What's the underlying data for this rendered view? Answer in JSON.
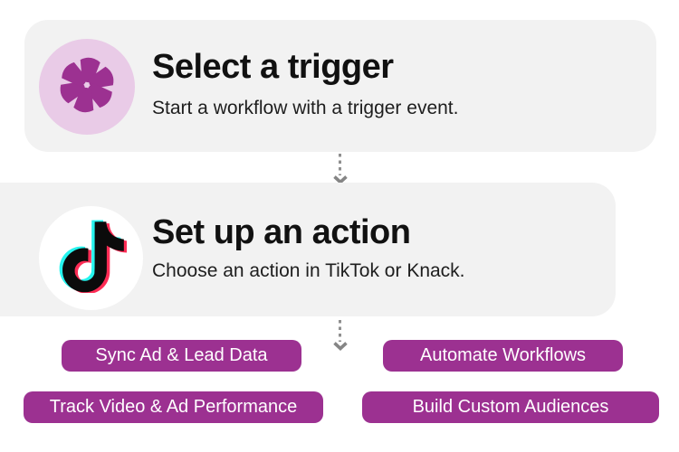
{
  "workflow": {
    "steps": [
      {
        "title": "Select a trigger",
        "subtitle": "Start a workflow with a trigger event.",
        "icon": "asterisk-trigger-icon"
      },
      {
        "title": "Set up an action",
        "subtitle": "Choose an action in TikTok or Knack.",
        "icon": "tiktok-icon"
      }
    ],
    "connectors": [
      "dotted-arrow-down",
      "dotted-arrow-down"
    ],
    "feature_buttons": [
      {
        "label": "Sync Ad & Lead Data"
      },
      {
        "label": "Automate Workflows"
      },
      {
        "label": "Track Video & Ad Performance"
      },
      {
        "label": "Build Custom Audiences"
      }
    ],
    "colors": {
      "card_background": "#f2f2f2",
      "accent_purple": "#9c3191",
      "asterisk_badge_background": "#e9cbe7",
      "tiktok_cyan": "#25f4ee",
      "tiktok_red": "#fe2c55",
      "arrow_gray": "#8a8a8a",
      "title_text": "#111111",
      "button_text": "#ffffff"
    }
  }
}
